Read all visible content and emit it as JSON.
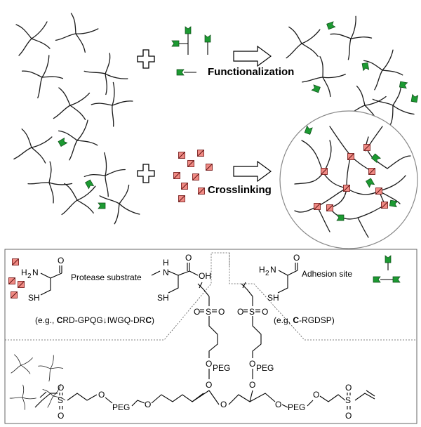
{
  "labels": {
    "functionalization": "Functionalization",
    "crosslinking": "Crosslinking",
    "protease_substrate": "Protease substrate",
    "protease_example_prefix": "(e.g., ",
    "protease_example_c1": "C",
    "protease_example_mid": "RD-GPQG↓IWGQ-DR",
    "protease_example_c2": "C",
    "protease_example_suffix": ")",
    "adhesion_site": "Adhesion site",
    "adhesion_example_prefix": "(e.g, ",
    "adhesion_example_c": "C",
    "adhesion_example_suffix": "-RGDSP)"
  },
  "chem": {
    "nh2_h2": "H",
    "nh2_sub": "2",
    "nh2_n": "N",
    "o": "O",
    "sh": "SH",
    "h": "H",
    "n": "N",
    "oh": "OH",
    "s": "S",
    "peg": "PEG",
    "plus": "+"
  },
  "colors": {
    "substrate_fill": "#f08a84",
    "adhesion_green": "#1c9a32"
  }
}
